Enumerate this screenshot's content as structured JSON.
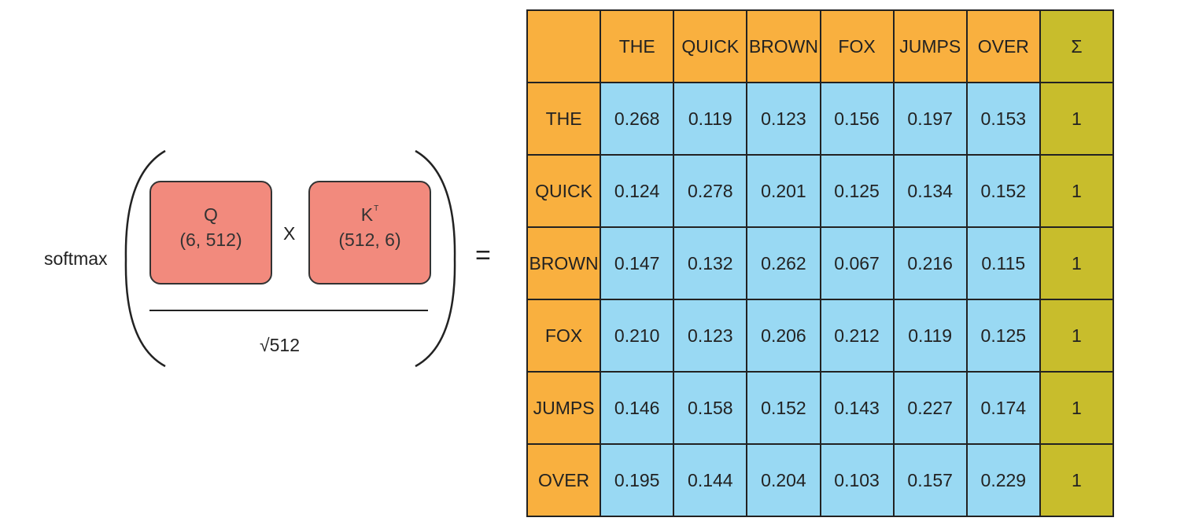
{
  "formula": {
    "softmax_label": "softmax",
    "q": {
      "name": "Q",
      "dims": "(6, 512)"
    },
    "operator": "X",
    "k": {
      "name": "K",
      "superscript": "T",
      "dims": "(512, 6)"
    },
    "denominator": "√512",
    "equals": "="
  },
  "table": {
    "sum_header": "Σ",
    "columns": [
      "THE",
      "QUICK",
      "BROWN",
      "FOX",
      "JUMPS",
      "OVER"
    ],
    "rows": [
      {
        "label": "THE",
        "values": [
          "0.268",
          "0.119",
          "0.123",
          "0.156",
          "0.197",
          "0.153"
        ],
        "sum": "1"
      },
      {
        "label": "QUICK",
        "values": [
          "0.124",
          "0.278",
          "0.201",
          "0.125",
          "0.134",
          "0.152"
        ],
        "sum": "1"
      },
      {
        "label": "BROWN",
        "values": [
          "0.147",
          "0.132",
          "0.262",
          "0.067",
          "0.216",
          "0.115"
        ],
        "sum": "1"
      },
      {
        "label": "FOX",
        "values": [
          "0.210",
          "0.123",
          "0.206",
          "0.212",
          "0.119",
          "0.125"
        ],
        "sum": "1"
      },
      {
        "label": "JUMPS",
        "values": [
          "0.146",
          "0.158",
          "0.152",
          "0.143",
          "0.227",
          "0.174"
        ],
        "sum": "1"
      },
      {
        "label": "OVER",
        "values": [
          "0.195",
          "0.144",
          "0.204",
          "0.103",
          "0.157",
          "0.229"
        ],
        "sum": "1"
      }
    ]
  },
  "colors": {
    "matrix_box": "#f28a7d",
    "header_cells": "#f9b03f",
    "value_cells": "#99d9f3",
    "sum_cells": "#c8bd2c"
  }
}
